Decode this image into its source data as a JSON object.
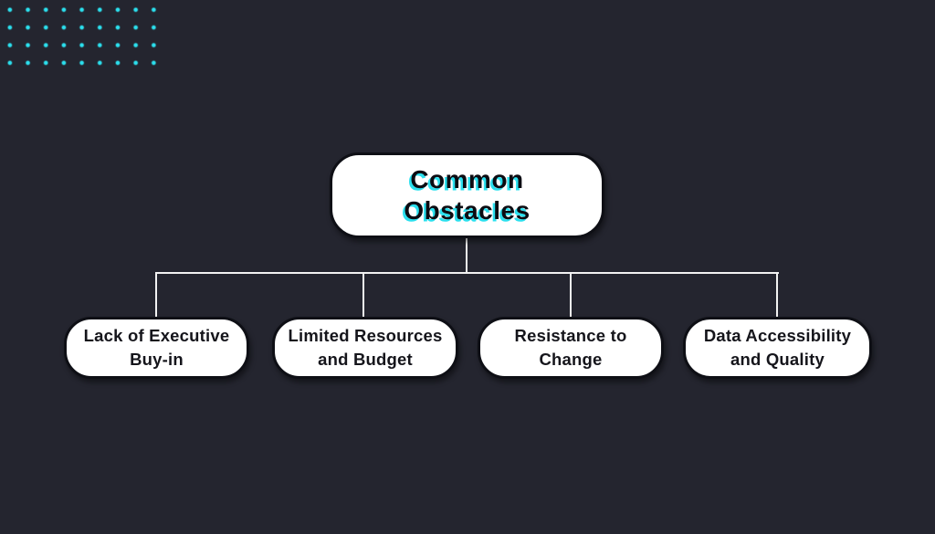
{
  "canvas": {
    "background_color": "#24252f"
  },
  "colors": {
    "accent_cyan": "#2be0ee",
    "node_fill": "#ffffff",
    "node_border": "#0e0f15",
    "node_text": "#15151b",
    "connector_line": "#f2f2f2",
    "root_text_shadow": "#2be0ee"
  },
  "decoration": {
    "dot_grid": {
      "name": "cyan-dot-grid",
      "rows": 4,
      "cols": 9,
      "color": "#2be0ee"
    }
  },
  "diagram": {
    "root": {
      "label": "Common Obstacles"
    },
    "children": [
      {
        "label": "Lack of Executive Buy-in"
      },
      {
        "label": "Limited Resources and Budget"
      },
      {
        "label": "Resistance to Change"
      },
      {
        "label": "Data Accessibility and Quality"
      }
    ]
  }
}
